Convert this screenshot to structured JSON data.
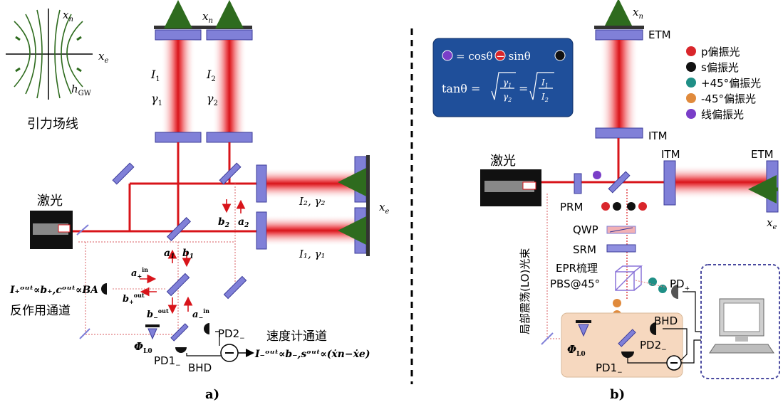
{
  "panel_a": {
    "caption": "a)",
    "field_title": "引力场线",
    "axis_xn": "x",
    "axis_xn_sub": "n",
    "axis_xe": "x",
    "axis_xe_sub": "e",
    "h_gw": "h",
    "h_gw_sub": "GW",
    "arm_top_xn": "x",
    "arm_top_xn_sub": "n",
    "I1": "I",
    "I1_sub": "1",
    "g1": "γ",
    "g1_sub": "1",
    "I2": "I",
    "I2_sub": "2",
    "g2": "γ",
    "g2_sub": "2",
    "laser_label": "激光",
    "right_arm1": "I₂, γ₂",
    "right_arm2": "I₁, γ₁",
    "right_xe": "x",
    "right_xe_sub": "e",
    "b2": "b",
    "b2_sub": "2",
    "a2": "a",
    "a2_sub": "2",
    "a1": "a",
    "a1_sub": "1",
    "b1": "b",
    "b1_sub": "1",
    "a_plus_in": "a",
    "a_plus_in_sub": "+",
    "a_plus_in_sup": "in",
    "b_plus_out": "b",
    "b_plus_out_sub": "+",
    "b_plus_out_sup": "out",
    "b_minus_out": "b",
    "b_minus_out_sub": "−",
    "b_minus_out_sup": "out",
    "a_minus_in": "a",
    "a_minus_in_sub": "−",
    "a_minus_in_sup": "in",
    "ba_eq": "I₊ᵒᵘᵗ∝b₊,cᵒᵘᵗ∝BA",
    "ba_channel": "反作用通道",
    "phi_lo": "Φ",
    "phi_lo_sub": "L0",
    "pd2": "PD2",
    "pd2_sub": "−",
    "pd1": "PD1",
    "pd1_sub": "−",
    "bhd": "BHD",
    "speed_channel": "速度计通道",
    "speed_eq": "I₋ᵒᵘᵗ∝b₋,sᵒᵘᵗ∝(ẋn−ẋe)"
  },
  "panel_b": {
    "caption": "b)",
    "formula_line1": "= cosθ   − sinθ",
    "formula_line2a": "tanθ =",
    "formula_line2b": "=",
    "legend": [
      {
        "label": "p偏振光",
        "color": "#d9262b"
      },
      {
        "label": "s偏振光",
        "color": "#111111"
      },
      {
        "label": "+45°偏振光",
        "color": "#1f8f86"
      },
      {
        "label": "-45°偏振光",
        "color": "#e08a3c"
      },
      {
        "label": "线偏振光",
        "color": "#7a3ec8"
      }
    ],
    "etm_top": "ETM",
    "itm_top": "ITM",
    "xn": "x",
    "xn_sub": "n",
    "laser_label": "激光",
    "prm": "PRM",
    "itm_right": "ITM",
    "etm_right": "ETM",
    "xe": "x",
    "xe_sub": "e",
    "qwp": "QWP",
    "srm": "SRM",
    "epr": "EPR梳理",
    "pbs": "PBS@45°",
    "pd_plus": "PD",
    "pd_plus_sub": "+",
    "bhd": "BHD",
    "pd2": "PD2",
    "pd2_sub": "−",
    "pd1": "PD1",
    "pd1_sub": "−",
    "phi_lo": "Φ",
    "phi_lo_sub": "L0",
    "lo_label": "局部震荡(LO)光束"
  },
  "colors": {
    "beam": "#d8141a",
    "mirror": "#7f7fd8",
    "mirror_edge": "#3b3b99",
    "arrow_green": "#2e6b1e",
    "formula_bg": "#1f4f9a",
    "bhd_box": "#f6d8bf",
    "pd_box_edge": "#4a4aa0"
  }
}
